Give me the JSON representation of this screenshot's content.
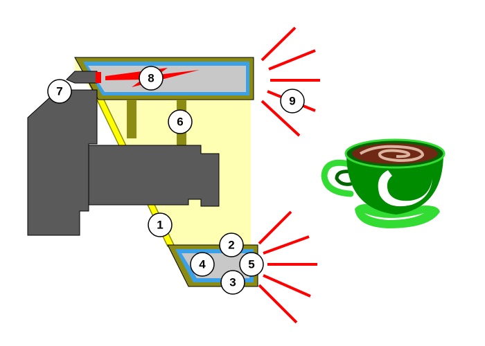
{
  "colors": {
    "housing_fill": "#ffffb4",
    "frame_olive": "#8c8c14",
    "tube_grey": "#c8c8c8",
    "vacuum_blue": "#3ca0e6",
    "camera_grey": "#5a5a5a",
    "radiation_red": "#ff0000",
    "cup_green": "#008c00",
    "cup_dark_green": "#006400",
    "cup_light_green": "#32dc32",
    "coffee_brown": "#6e2814",
    "coffee_light": "#dcb4a0",
    "callout_fill": "#ffffff"
  },
  "callouts": [
    {
      "id": "c1",
      "label": "1"
    },
    {
      "id": "c2",
      "label": "2"
    },
    {
      "id": "c3",
      "label": "3"
    },
    {
      "id": "c4",
      "label": "4"
    },
    {
      "id": "c5",
      "label": "5"
    },
    {
      "id": "c6",
      "label": "6"
    },
    {
      "id": "c7",
      "label": "7"
    },
    {
      "id": "c8",
      "label": "8"
    },
    {
      "id": "c9",
      "label": "9"
    }
  ]
}
